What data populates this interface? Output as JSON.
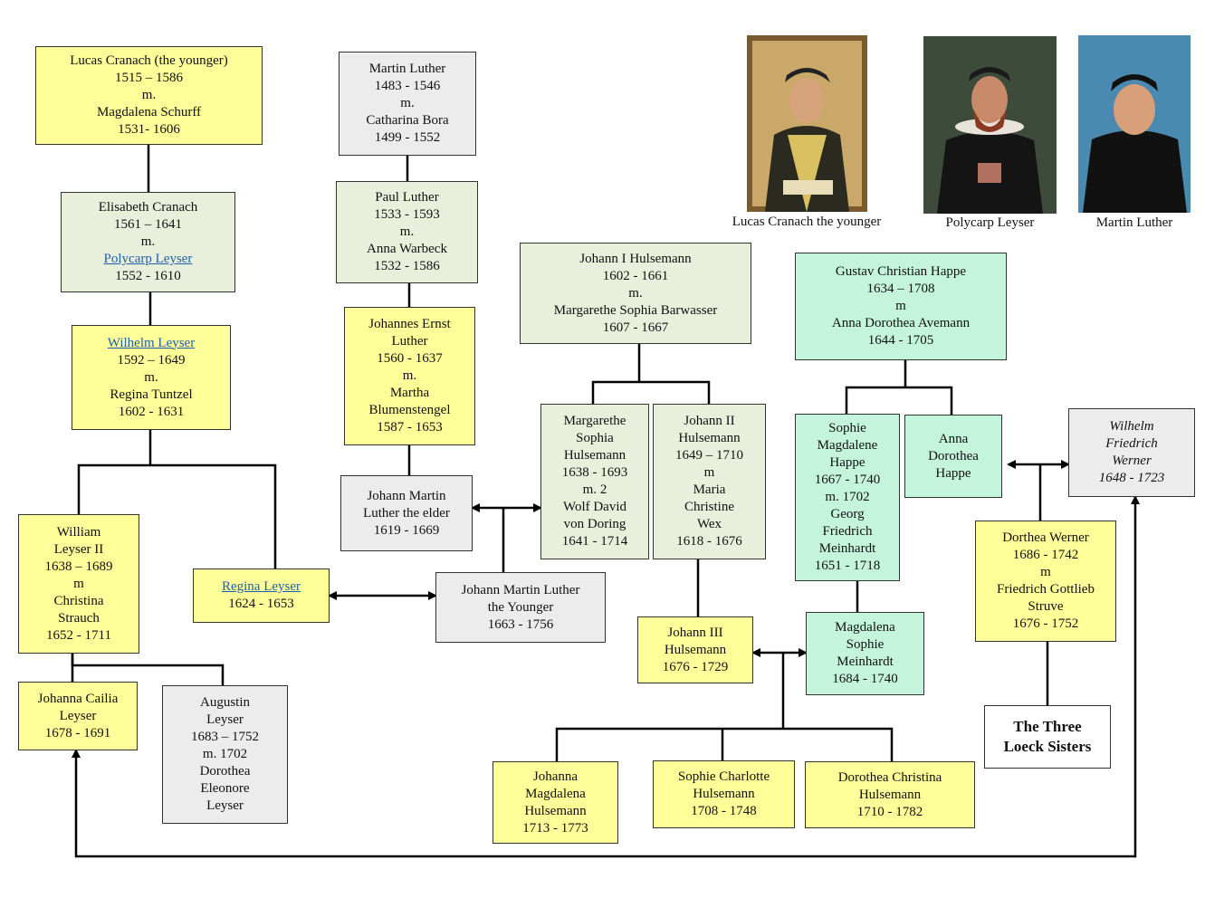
{
  "colors": {
    "yellow": "#ffff99",
    "lightgreen": "#e8f0dc",
    "gray": "#ececec",
    "mint": "#c4f5dc",
    "link": "#1f5fa8",
    "line": "#000000"
  },
  "boxes": {
    "cranach_younger": {
      "lines": [
        "Lucas Cranach (the younger)",
        "1515 – 1586",
        "m.",
        "Magdalena Schurff",
        "1531- 1606"
      ]
    },
    "elisabeth_cranach": {
      "lines": [
        "Elisabeth Cranach",
        "1561 – 1641",
        "m.",
        "Polycarp Leyser",
        "1552 - 1610"
      ]
    },
    "wilhelm_leyser": {
      "lines": [
        "Wilhelm Leyser",
        "1592 – 1649",
        "m.",
        "Regina Tuntzel",
        "1602 - 1631"
      ]
    },
    "william_leyser_ii": {
      "lines": [
        "William",
        "Leyser II",
        "1638 – 1689",
        "m",
        "Christina",
        "Strauch",
        "1652 - 1711"
      ]
    },
    "regina_leyser": {
      "lines": [
        "Regina Leyser",
        "1624 - 1653"
      ]
    },
    "johanna_cailia": {
      "lines": [
        "Johanna Cailia",
        "Leyser",
        "1678 - 1691"
      ]
    },
    "augustin_leyser": {
      "lines": [
        "Augustin",
        "Leyser",
        "1683 – 1752",
        "m. 1702",
        "Dorothea",
        "Eleonore",
        "Leyser"
      ]
    },
    "martin_luther": {
      "lines": [
        "Martin Luther",
        "1483 - 1546",
        "m.",
        "Catharina Bora",
        "1499 - 1552"
      ]
    },
    "paul_luther": {
      "lines": [
        "Paul Luther",
        "1533 - 1593",
        "m.",
        "Anna Warbeck",
        "1532 - 1586"
      ]
    },
    "johannes_ernst": {
      "lines": [
        "Johannes Ernst",
        "Luther",
        "1560 - 1637",
        "m.",
        "Martha",
        "Blumenstengel",
        "1587 - 1653"
      ]
    },
    "jml_elder": {
      "lines": [
        "Johann Martin",
        "Luther the elder",
        "1619 - 1669"
      ]
    },
    "jml_younger": {
      "lines": [
        "Johann Martin Luther",
        "the Younger",
        "1663 - 1756"
      ]
    },
    "johann_i_hulsemann": {
      "lines": [
        "Johann I Hulsemann",
        "1602 - 1661",
        "m.",
        "Margarethe Sophia Barwasser",
        "1607 - 1667"
      ]
    },
    "margarethe_sophia": {
      "lines": [
        "Margarethe",
        "Sophia",
        "Hulsemann",
        "1638 - 1693",
        "m. 2",
        "Wolf David",
        "von Doring",
        "1641 - 1714"
      ]
    },
    "johann_ii": {
      "lines": [
        "Johann II",
        "Hulsemann",
        "1649 – 1710",
        "m",
        "Maria",
        "Christine",
        "Wex",
        "1618 - 1676"
      ]
    },
    "johann_iii": {
      "lines": [
        "Johann III",
        "Hulsemann",
        "1676 - 1729"
      ]
    },
    "johanna_magdalena": {
      "lines": [
        "Johanna",
        "Magdalena",
        "Hulsemann",
        "1713 - 1773"
      ]
    },
    "sophie_charlotte": {
      "lines": [
        "Sophie Charlotte",
        "Hulsemann",
        "1708 - 1748"
      ]
    },
    "dorothea_christina": {
      "lines": [
        "Dorothea Christina",
        "Hulsemann",
        "1710 - 1782"
      ]
    },
    "gustav_happe": {
      "lines": [
        "Gustav Christian Happe",
        "1634 – 1708",
        "m",
        "Anna Dorothea Avemann",
        "1644 - 1705"
      ]
    },
    "sophie_magdalene_happe": {
      "lines": [
        "Sophie",
        "Magdalene",
        "Happe",
        "1667 - 1740",
        "m. 1702",
        "Georg",
        "Friedrich",
        "Meinhardt",
        "1651 - 1718"
      ]
    },
    "anna_dorothea_happe": {
      "lines": [
        "Anna",
        "Dorothea",
        "Happe"
      ]
    },
    "magdalena_sophie": {
      "lines": [
        "Magdalena",
        "Sophie",
        "Meinhardt",
        "1684 - 1740"
      ]
    },
    "wilhelm_werner": {
      "lines": [
        "Wilhelm",
        "Friedrich",
        "Werner",
        "1648 - 1723"
      ]
    },
    "dorthea_werner": {
      "lines": [
        "Dorthea Werner",
        "1686 - 1742",
        "m",
        "Friedrich Gottlieb",
        "Struve",
        "1676 - 1752"
      ]
    },
    "three_loeck": {
      "lines": [
        "The Three",
        "Loeck Sisters"
      ]
    }
  },
  "portraits": {
    "cranach": {
      "caption": "Lucas Cranach the younger"
    },
    "leyser": {
      "caption": "Polycarp Leyser"
    },
    "luther": {
      "caption": "Martin Luther"
    }
  }
}
